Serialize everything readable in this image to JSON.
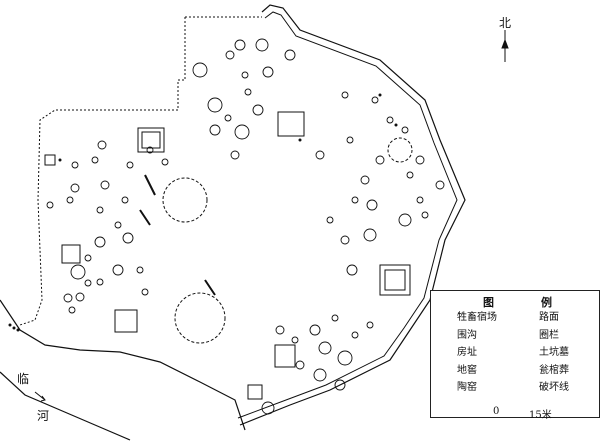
{
  "north_label": "北",
  "river_label_1": "临",
  "river_label_2": "河",
  "legend": {
    "title_left": "图",
    "title_right": "例",
    "items_left": [
      {
        "icon": "livestock-pen-icon",
        "label": "牲畜宿场"
      },
      {
        "icon": "moat-icon",
        "label": "围沟"
      },
      {
        "icon": "house-site-icon",
        "label": "房址"
      },
      {
        "icon": "cellar-icon",
        "label": "地窖"
      },
      {
        "icon": "kiln-icon",
        "label": "陶窑"
      }
    ],
    "items_right": [
      {
        "icon": "road-icon",
        "label": "路面"
      },
      {
        "icon": "enclosure-icon",
        "label": "圈栏"
      },
      {
        "icon": "pit-tomb-icon",
        "label": "土坑墓"
      },
      {
        "icon": "urn-burial-icon",
        "label": "瓮棺葬"
      },
      {
        "icon": "damage-line-icon",
        "label": "破坏线"
      }
    ],
    "scale_start": "0",
    "scale_end": "15米"
  },
  "colors": {
    "ink": "#111111",
    "paper": "#ffffff"
  }
}
